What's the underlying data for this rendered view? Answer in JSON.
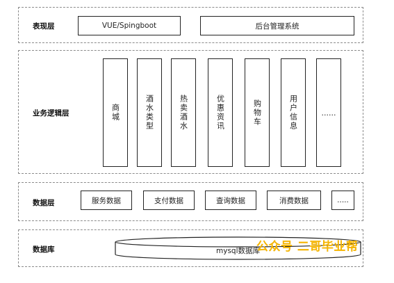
{
  "layers": {
    "presentation": {
      "label": "表现层",
      "boxes": [
        "VUE/Spingboot",
        "后台管理系统"
      ]
    },
    "business": {
      "label": "业务逻辑层",
      "modules": [
        "商城",
        "酒水类型",
        "热卖酒水",
        "优惠资讯",
        "购物车",
        "用户信息",
        "......"
      ]
    },
    "data": {
      "label": "数据层",
      "boxes": [
        "服务数据",
        "支付数据",
        "查询数据",
        "消费数据",
        "....."
      ]
    },
    "database": {
      "label": "数据库",
      "db_label": "mysql数据库"
    }
  },
  "watermark": "公众号 二哥毕业帮",
  "colors": {
    "watermark": "#f5b400",
    "border": "#222222",
    "dashed": "#8a8a8a"
  }
}
